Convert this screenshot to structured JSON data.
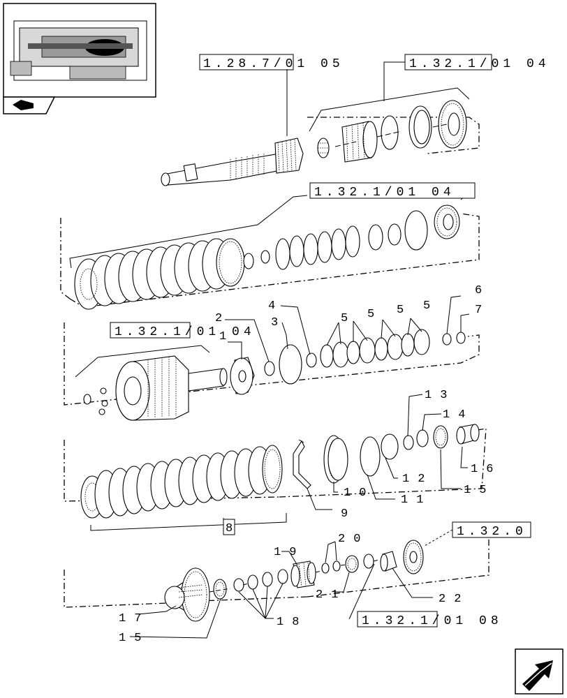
{
  "references": {
    "ref_top_left": "1.28.7/01 05",
    "ref_top_right": "1.32.1/01 04",
    "ref_second": "1.32.1/01 04",
    "ref_third": "1.32.1/01 04",
    "ref_bottom_right": "1.32.0",
    "ref_bottom": "1.32.1/01 08"
  },
  "callouts": {
    "c1": "1",
    "c2": "2",
    "c3": "3",
    "c4": "4",
    "c5a": "5",
    "c5b": "5",
    "c5c": "5",
    "c5d": "5",
    "c6": "6",
    "c7": "7",
    "c8": "8",
    "c9": "9",
    "c10": "10",
    "c11": "11",
    "c12": "12",
    "c13": "13",
    "c14": "14",
    "c15a": "15",
    "c16": "16",
    "c17": "17",
    "c15b": "15",
    "c18": "18",
    "c19": "19",
    "c20": "20",
    "c21": "21",
    "c22": "22"
  },
  "icons": {
    "thumbnail": "transmission-thumbnail-icon",
    "nav_top": "book-arrow-icon",
    "nav_bottom": "next-page-arrow-icon"
  }
}
